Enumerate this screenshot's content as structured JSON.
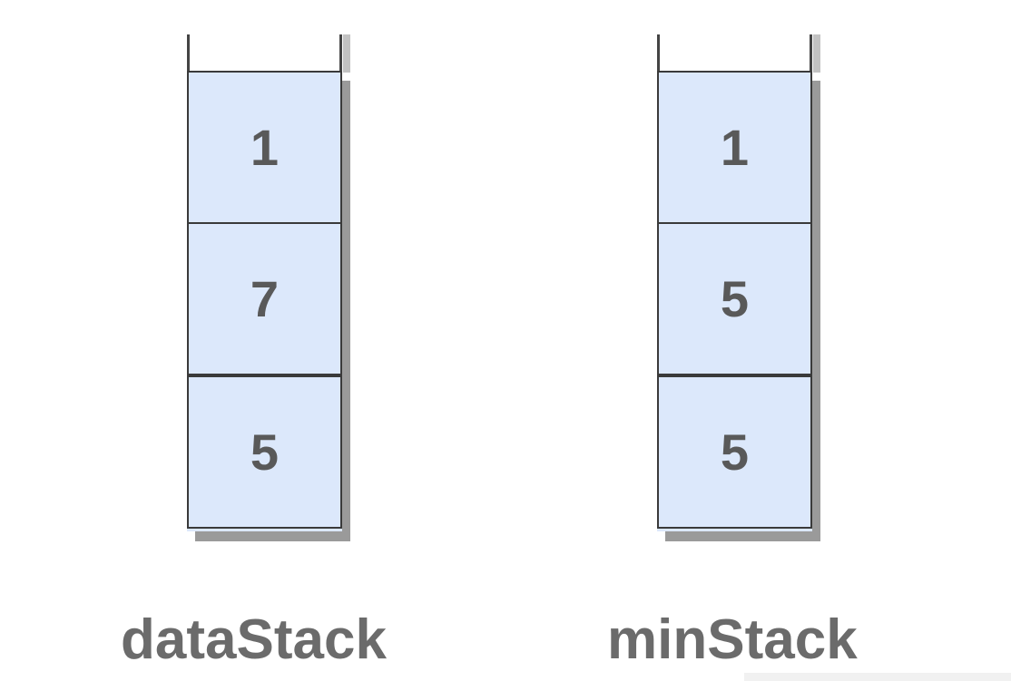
{
  "stacks": [
    {
      "name": "dataStack",
      "items": [
        "1",
        "7",
        "5"
      ]
    },
    {
      "name": "minStack",
      "items": [
        "1",
        "5",
        "5"
      ]
    }
  ]
}
